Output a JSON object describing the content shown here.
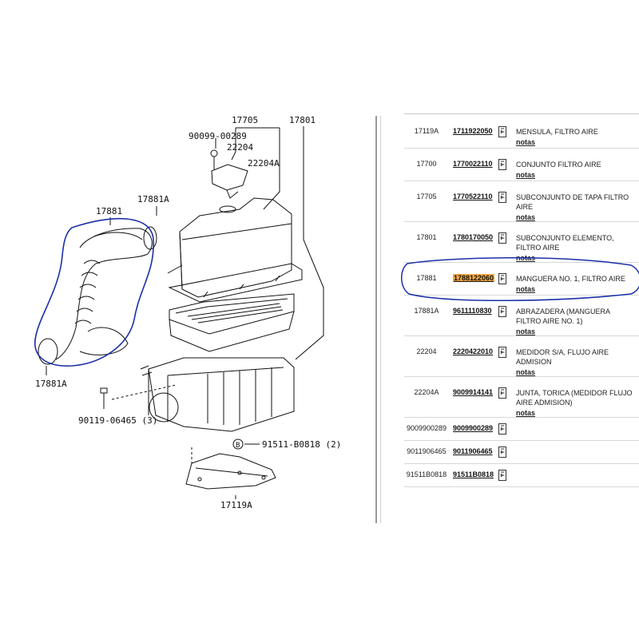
{
  "diagram": {
    "labels": {
      "l_17705": "17705",
      "l_17801": "17801",
      "l_90099": "90099-00289",
      "l_22204": "22204",
      "l_22204A": "22204A",
      "l_17881A_top": "17881A",
      "l_17881": "17881",
      "l_17881A_bot": "17881A",
      "l_90119": "90119-06465 (3)",
      "l_B": "B",
      "l_91511": "91511-B0818 (2)",
      "l_17119A": "17119A"
    }
  },
  "parts_table": {
    "highlight_color": "#f7a940",
    "annotation_color": "#1a2fa8",
    "rows": [
      {
        "ref": "17119A",
        "part_number": "1711922050",
        "description": "MENSULA, FILTRO AIRE",
        "notes": "notas"
      },
      {
        "ref": "17700",
        "part_number": "1770022110",
        "description": "CONJUNTO FILTRO AIRE",
        "notes": "notas"
      },
      {
        "ref": "17705",
        "part_number": "1770522110",
        "description": "SUBCONJUNTO DE TAPA FILTRO AIRE",
        "notes": "notas"
      },
      {
        "ref": "17801",
        "part_number": "1780170050",
        "description": "SUBCONJUNTO ELEMENTO, FILTRO AIRE",
        "notes": "notas"
      },
      {
        "ref": "17881",
        "part_number": "1788122060",
        "description": "MANGUERA NO. 1, FILTRO AIRE",
        "notes": "notas",
        "highlighted": true
      },
      {
        "ref": "17881A",
        "part_number": "9611110830",
        "description": "ABRAZADERA (MANGUERA FILTRO AIRE NO. 1)",
        "notes": "notas"
      },
      {
        "ref": "22204",
        "part_number": "2220422010",
        "description": "MEDIDOR S/A, FLUJO AIRE ADMISION",
        "notes": "notas"
      },
      {
        "ref": "22204A",
        "part_number": "9009914141",
        "description": "JUNTA, TORICA (MEDIDOR FLUJO AIRE ADMISION)",
        "notes": "notas"
      },
      {
        "ref": "9009900289",
        "part_number": "9009900289",
        "description": "",
        "notes": ""
      },
      {
        "ref": "9011906465",
        "part_number": "9011906465",
        "description": "",
        "notes": ""
      },
      {
        "ref": "91511B0818",
        "part_number": "91511B0818",
        "description": "",
        "notes": ""
      }
    ]
  }
}
